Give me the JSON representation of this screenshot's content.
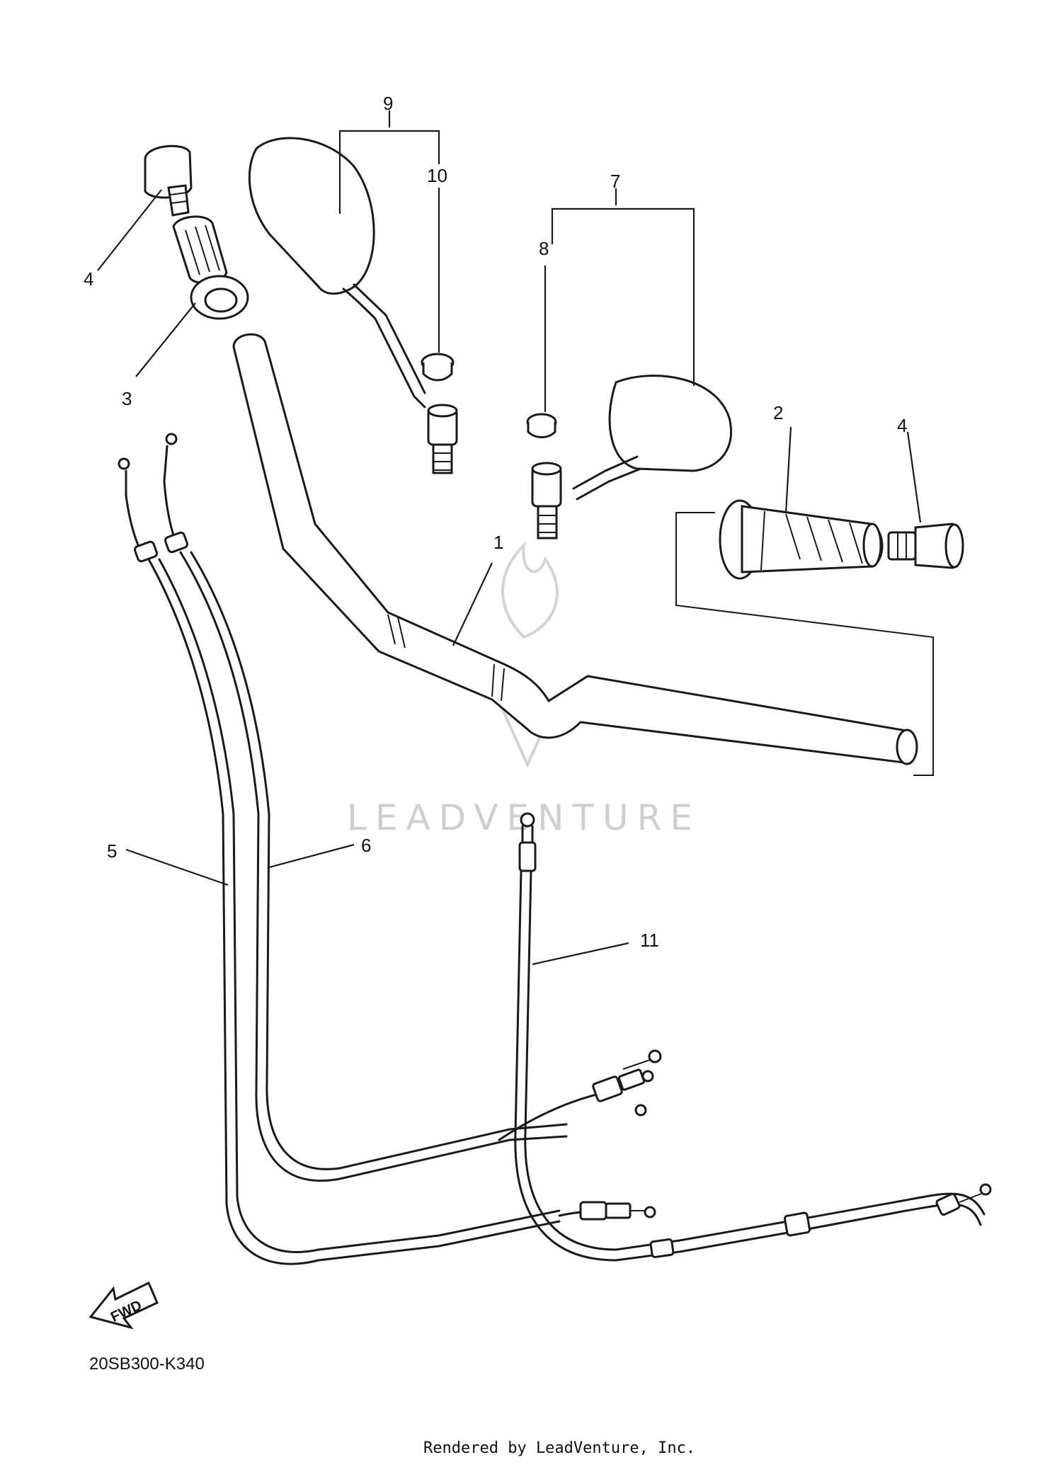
{
  "callouts": {
    "c1": "1",
    "c2": "2",
    "c3": "3",
    "c4_left": "4",
    "c4_right": "4",
    "c5": "5",
    "c6": "6",
    "c7": "7",
    "c8": "8",
    "c9": "9",
    "c10": "10",
    "c11": "11"
  },
  "fwd_label": "FWD",
  "diagram_code": "20SB300-K340",
  "watermark": "LEADVENTURE",
  "rendered_by": "Rendered by LeadVenture, Inc."
}
